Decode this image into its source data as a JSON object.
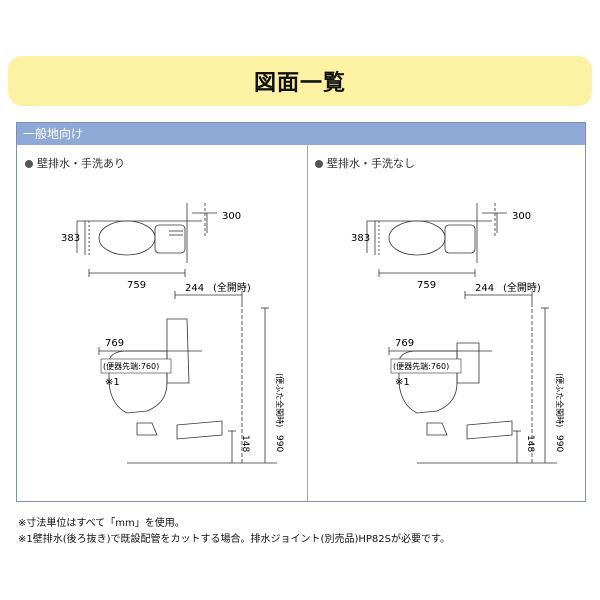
{
  "banner": {
    "title": "図面一覧"
  },
  "panel": {
    "header": "一般地向け"
  },
  "left": {
    "label": "壁排水・手洗あり",
    "dims": {
      "w383": "383",
      "w300": "300",
      "w759": "759",
      "w244": "244",
      "open": "(全開時)",
      "w769": "769",
      "tip": "(便器先端:760)",
      "note1": "※1",
      "h990": "990",
      "h990label": "(便ふた全開時)",
      "h148": "148"
    }
  },
  "right": {
    "label": "壁排水・手洗なし",
    "dims": {
      "w383": "383",
      "w300": "300",
      "w759": "759",
      "w244": "244",
      "open": "(全開時)",
      "w769": "769",
      "tip": "(便器先端:760)",
      "note1": "※1",
      "h990": "990",
      "h990label": "(便ふた全開時)",
      "h148": "148"
    }
  },
  "notes": {
    "n1": "※寸法単位はすべて「mm」を使用。",
    "n2": "※1壁排水(後ろ抜き)で既設配管をカットする場合。排水ジョイント(別売品)HP82Sが必要です。"
  }
}
